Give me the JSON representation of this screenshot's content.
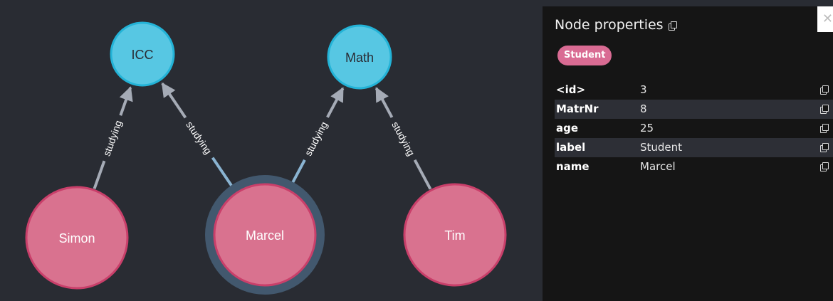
{
  "graph": {
    "nodes": [
      {
        "id": "icc",
        "caption": "ICC",
        "kind": "course"
      },
      {
        "id": "math",
        "caption": "Math",
        "kind": "course"
      },
      {
        "id": "simon",
        "caption": "Simon",
        "kind": "student"
      },
      {
        "id": "marcel",
        "caption": "Marcel",
        "kind": "student",
        "selected": true
      },
      {
        "id": "tim",
        "caption": "Tim",
        "kind": "student"
      }
    ],
    "relationships": [
      {
        "from": "simon",
        "to": "icc",
        "type": "studying"
      },
      {
        "from": "marcel",
        "to": "icc",
        "type": "studying"
      },
      {
        "from": "marcel",
        "to": "math",
        "type": "studying"
      },
      {
        "from": "tim",
        "to": "math",
        "type": "studying"
      }
    ],
    "colors": {
      "course_fill": "#57c7e3",
      "course_border": "#23b3d7",
      "course_text": "#2a2c34",
      "student_fill": "#d9728f",
      "student_border": "#c93f6a",
      "student_text": "#ffffff",
      "selection_ring": "#42586e",
      "edge": "#a5abb6",
      "edge_selected": "#8ab4d2",
      "canvas": "#292c33"
    }
  },
  "panel": {
    "title": "Node properties",
    "close_icon": "close-icon",
    "label_chip": "Student",
    "properties": [
      {
        "key": "<id>",
        "value": "3"
      },
      {
        "key": "MatrNr",
        "value": "8"
      },
      {
        "key": "age",
        "value": "25"
      },
      {
        "key": "label",
        "value": "Student"
      },
      {
        "key": "name",
        "value": "Marcel"
      }
    ]
  }
}
